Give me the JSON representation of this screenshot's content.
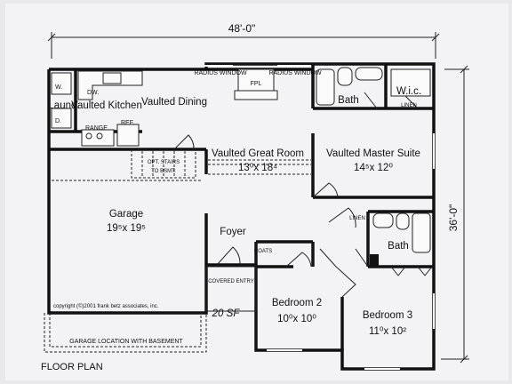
{
  "dimensions": {
    "width": "48'-0\"",
    "depth": "36'-0\""
  },
  "rooms": {
    "laundry": "Laund.",
    "kitchen": "Vaulted Kitchen",
    "dining": "Vaulted Dining",
    "great_room": {
      "name": "Vaulted Great Room",
      "size": "13⁰x 18⁴"
    },
    "master_suite": {
      "name": "Vaulted Master Suite",
      "size": "14⁵x 12⁰"
    },
    "garage": {
      "name": "Garage",
      "size": "19⁵x 19⁵"
    },
    "foyer": "Foyer",
    "bedroom2": {
      "name": "Bedroom 2",
      "size": "10⁰x 10⁰"
    },
    "bedroom3": {
      "name": "Bedroom 3",
      "size": "11⁰x 10²"
    },
    "bath1": "Bath",
    "bath2": "Bath",
    "wic": "W.i.c.",
    "covered_entry": "COVERED ENTRY",
    "entry_area": "20 SF"
  },
  "annotations": {
    "radius_window": "RADIUS WINDOW",
    "fireplace": "FPL",
    "dishwasher": "DW.",
    "washer": "W.",
    "dryer": "D.",
    "range": "RANGE",
    "refrigerator": "REF.",
    "linen": "LINEN",
    "coats": "COATS",
    "stairs_opt": "OPT. STAIRS",
    "stairs_to": "TO BSMT.",
    "copyright": "copyright (©)2001 frank betz associates, inc.",
    "garage_basement": "GARAGE LOCATION WITH BASEMENT"
  },
  "caption": "FLOOR PLAN"
}
